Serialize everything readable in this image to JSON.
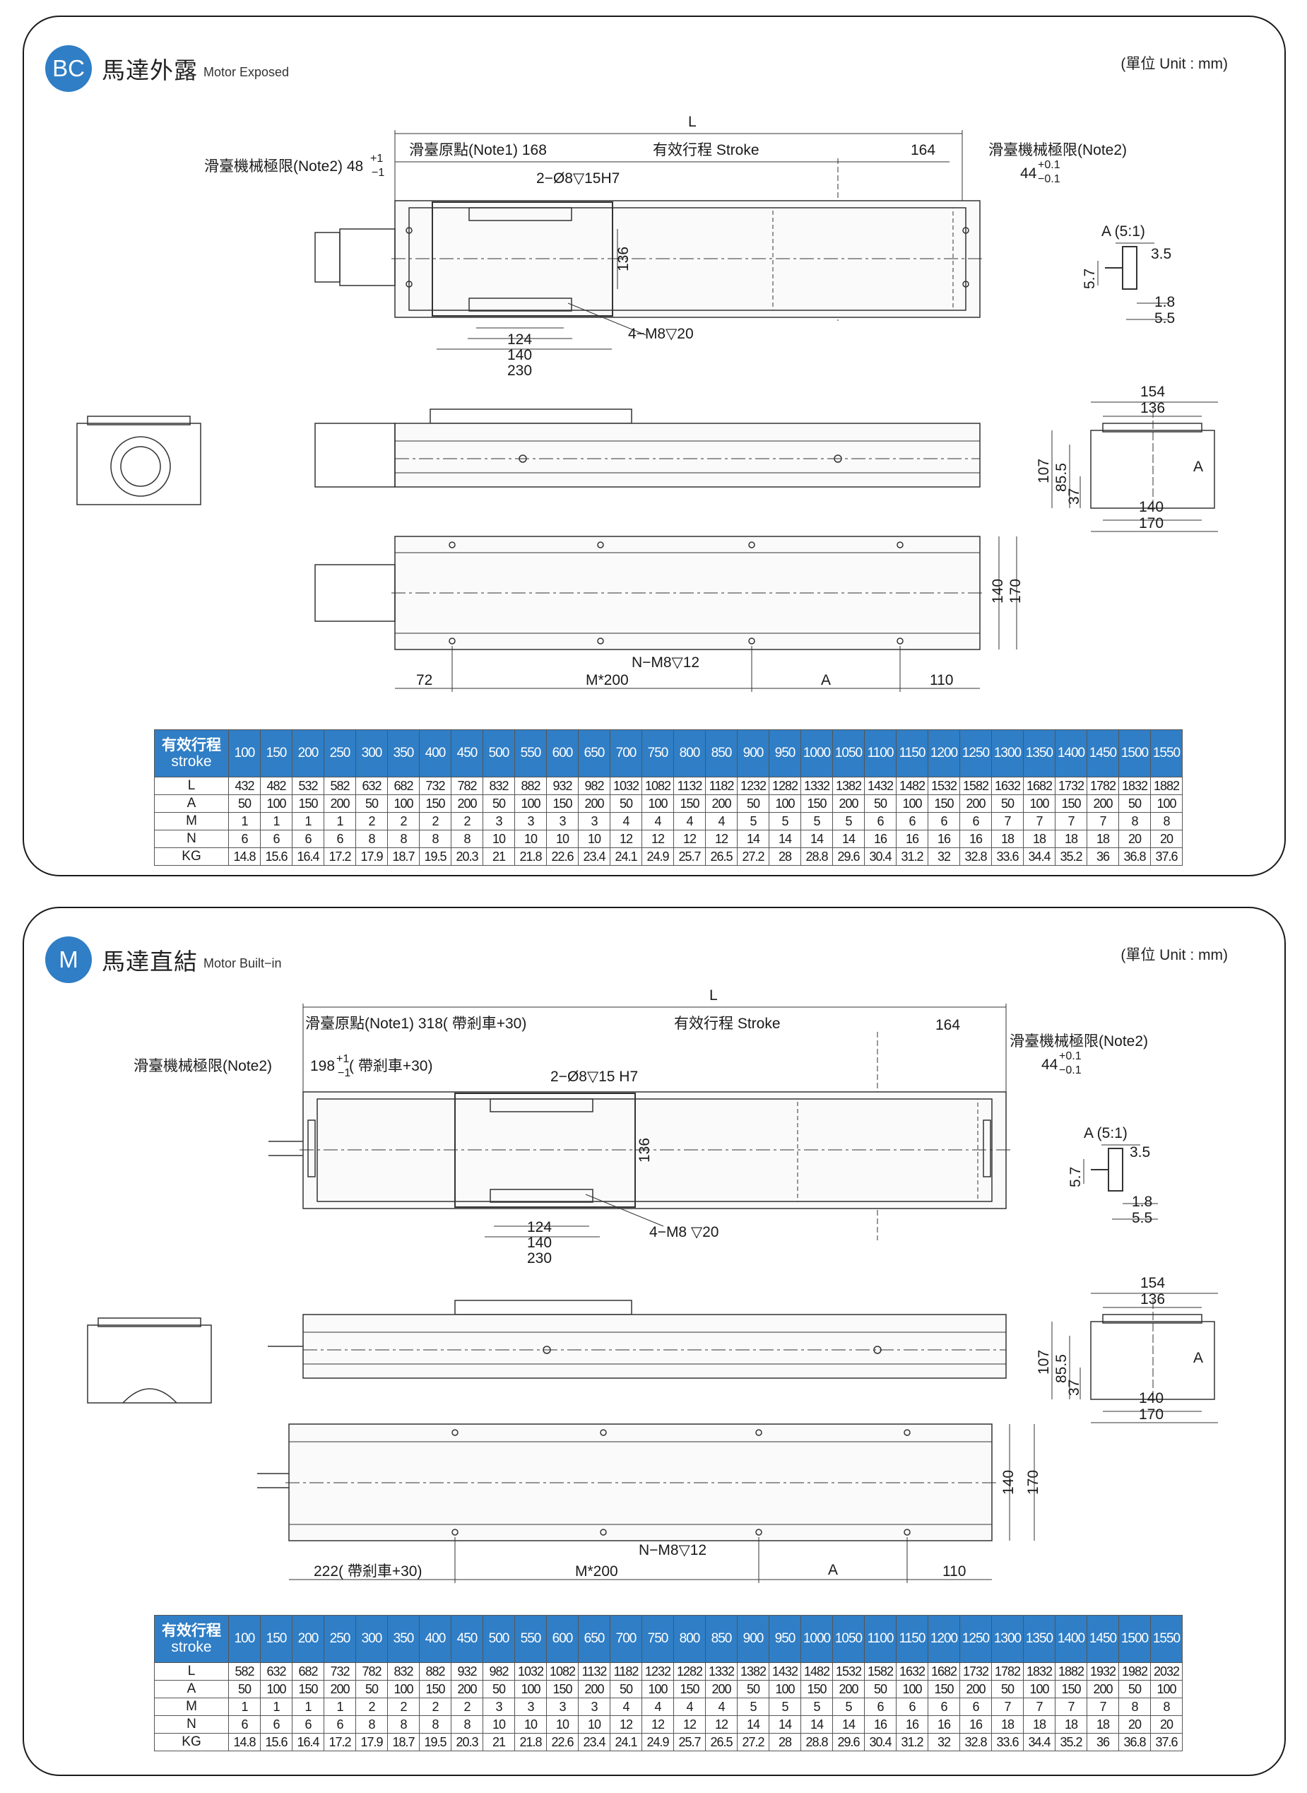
{
  "unit_label": "(單位 Unit : mm)",
  "bc": {
    "badge": "BC",
    "title_zh": "馬達外露",
    "title_en": "Motor Exposed",
    "dims": {
      "L": "L",
      "origin": "滑臺原點(Note1) 168",
      "stroke": "有效行程 Stroke",
      "d164": "164",
      "limit_left": "滑臺機械極限(Note2) 48",
      "tol_pm1_top": "+1",
      "tol_pm1_bot": "−1",
      "limit_right": "滑臺機械極限(Note2)",
      "d44": "44",
      "tol_01_top": "+0.1",
      "tol_01_bot": "−0.1",
      "hole1": "2−Ø8▽15H7",
      "d136": "136",
      "hole2": "4−M8▽20",
      "d124": "124",
      "d140": "140",
      "d230": "230",
      "detail": "A (5:1)",
      "d35": "3.5",
      "d57": "5.7",
      "d18": "1.8",
      "d55": "5.5",
      "d154": "154",
      "d136b": "136",
      "d107": "107",
      "d855": "85.5",
      "d37": "37",
      "A": "A",
      "d140b": "140",
      "d170": "170",
      "d140c": "140",
      "d170b": "170",
      "hole3": "N−M8▽12",
      "d72": "72",
      "m200": "M*200",
      "A2": "A",
      "d110": "110"
    },
    "table": {
      "header_zh": "有效行程",
      "header_en": "stroke",
      "columns": [
        "100",
        "150",
        "200",
        "250",
        "300",
        "350",
        "400",
        "450",
        "500",
        "550",
        "600",
        "650",
        "700",
        "750",
        "800",
        "850",
        "900",
        "950",
        "1000",
        "1050",
        "1100",
        "1150",
        "1200",
        "1250",
        "1300",
        "1350",
        "1400",
        "1450",
        "1500",
        "1550"
      ],
      "rows": [
        {
          "label": "L",
          "values": [
            "432",
            "482",
            "532",
            "582",
            "632",
            "682",
            "732",
            "782",
            "832",
            "882",
            "932",
            "982",
            "1032",
            "1082",
            "1132",
            "1182",
            "1232",
            "1282",
            "1332",
            "1382",
            "1432",
            "1482",
            "1532",
            "1582",
            "1632",
            "1682",
            "1732",
            "1782",
            "1832",
            "1882"
          ]
        },
        {
          "label": "A",
          "values": [
            "50",
            "100",
            "150",
            "200",
            "50",
            "100",
            "150",
            "200",
            "50",
            "100",
            "150",
            "200",
            "50",
            "100",
            "150",
            "200",
            "50",
            "100",
            "150",
            "200",
            "50",
            "100",
            "150",
            "200",
            "50",
            "100",
            "150",
            "200",
            "50",
            "100"
          ]
        },
        {
          "label": "M",
          "values": [
            "1",
            "1",
            "1",
            "1",
            "2",
            "2",
            "2",
            "2",
            "3",
            "3",
            "3",
            "3",
            "4",
            "4",
            "4",
            "4",
            "5",
            "5",
            "5",
            "5",
            "6",
            "6",
            "6",
            "6",
            "7",
            "7",
            "7",
            "7",
            "8",
            "8"
          ]
        },
        {
          "label": "N",
          "values": [
            "6",
            "6",
            "6",
            "6",
            "8",
            "8",
            "8",
            "8",
            "10",
            "10",
            "10",
            "10",
            "12",
            "12",
            "12",
            "12",
            "14",
            "14",
            "14",
            "14",
            "16",
            "16",
            "16",
            "16",
            "18",
            "18",
            "18",
            "18",
            "20",
            "20"
          ]
        },
        {
          "label": "KG",
          "values": [
            "14.8",
            "15.6",
            "16.4",
            "17.2",
            "17.9",
            "18.7",
            "19.5",
            "20.3",
            "21",
            "21.8",
            "22.6",
            "23.4",
            "24.1",
            "24.9",
            "25.7",
            "26.5",
            "27.2",
            "28",
            "28.8",
            "29.6",
            "30.4",
            "31.2",
            "32",
            "32.8",
            "33.6",
            "34.4",
            "35.2",
            "36",
            "36.8",
            "37.6"
          ]
        }
      ]
    }
  },
  "m": {
    "badge": "M",
    "title_zh": "馬達直結",
    "title_en": "Motor Built−in",
    "dims": {
      "L": "L",
      "origin": "滑臺原點(Note1) 318( 帶剎車+30)",
      "stroke": "有效行程 Stroke",
      "d164": "164",
      "limit_left": "滑臺機械極限(Note2)",
      "d198": "198",
      "tol_pm1_top": "+1",
      "tol_pm1_bot": "−1",
      "brake": "( 帶剎車+30)",
      "limit_right": "滑臺機械極限(Note2)",
      "d44": "44",
      "tol_01_top": "+0.1",
      "tol_01_bot": "−0.1",
      "hole1": "2−Ø8▽15 H7",
      "d136": "136",
      "hole2": "4−M8 ▽20",
      "d124": "124",
      "d140": "140",
      "d230": "230",
      "detail": "A (5:1)",
      "d35": "3.5",
      "d57": "5.7",
      "d18": "1.8",
      "d55": "5.5",
      "d154": "154",
      "d136b": "136",
      "d107": "107",
      "d855": "85.5",
      "d37": "37",
      "A": "A",
      "d140b": "140",
      "d170": "170",
      "d140c": "140",
      "d170b": "170",
      "hole3": "N−M8▽12",
      "d222": "222( 帶剎車+30)",
      "m200": "M*200",
      "A2": "A",
      "d110": "110"
    },
    "table": {
      "header_zh": "有效行程",
      "header_en": "stroke",
      "columns": [
        "100",
        "150",
        "200",
        "250",
        "300",
        "350",
        "400",
        "450",
        "500",
        "550",
        "600",
        "650",
        "700",
        "750",
        "800",
        "850",
        "900",
        "950",
        "1000",
        "1050",
        "1100",
        "1150",
        "1200",
        "1250",
        "1300",
        "1350",
        "1400",
        "1450",
        "1500",
        "1550"
      ],
      "rows": [
        {
          "label": "L",
          "values": [
            "582",
            "632",
            "682",
            "732",
            "782",
            "832",
            "882",
            "932",
            "982",
            "1032",
            "1082",
            "1132",
            "1182",
            "1232",
            "1282",
            "1332",
            "1382",
            "1432",
            "1482",
            "1532",
            "1582",
            "1632",
            "1682",
            "1732",
            "1782",
            "1832",
            "1882",
            "1932",
            "1982",
            "2032"
          ]
        },
        {
          "label": "A",
          "values": [
            "50",
            "100",
            "150",
            "200",
            "50",
            "100",
            "150",
            "200",
            "50",
            "100",
            "150",
            "200",
            "50",
            "100",
            "150",
            "200",
            "50",
            "100",
            "150",
            "200",
            "50",
            "100",
            "150",
            "200",
            "50",
            "100",
            "150",
            "200",
            "50",
            "100"
          ]
        },
        {
          "label": "M",
          "values": [
            "1",
            "1",
            "1",
            "1",
            "2",
            "2",
            "2",
            "2",
            "3",
            "3",
            "3",
            "3",
            "4",
            "4",
            "4",
            "4",
            "5",
            "5",
            "5",
            "5",
            "6",
            "6",
            "6",
            "6",
            "7",
            "7",
            "7",
            "7",
            "8",
            "8"
          ]
        },
        {
          "label": "N",
          "values": [
            "6",
            "6",
            "6",
            "6",
            "8",
            "8",
            "8",
            "8",
            "10",
            "10",
            "10",
            "10",
            "12",
            "12",
            "12",
            "12",
            "14",
            "14",
            "14",
            "14",
            "16",
            "16",
            "16",
            "16",
            "18",
            "18",
            "18",
            "18",
            "20",
            "20"
          ]
        },
        {
          "label": "KG",
          "values": [
            "14.8",
            "15.6",
            "16.4",
            "17.2",
            "17.9",
            "18.7",
            "19.5",
            "20.3",
            "21",
            "21.8",
            "22.6",
            "23.4",
            "24.1",
            "24.9",
            "25.7",
            "26.5",
            "27.2",
            "28",
            "28.8",
            "29.6",
            "30.4",
            "31.2",
            "32",
            "32.8",
            "33.6",
            "34.4",
            "35.2",
            "36",
            "36.8",
            "37.6"
          ]
        }
      ]
    }
  }
}
